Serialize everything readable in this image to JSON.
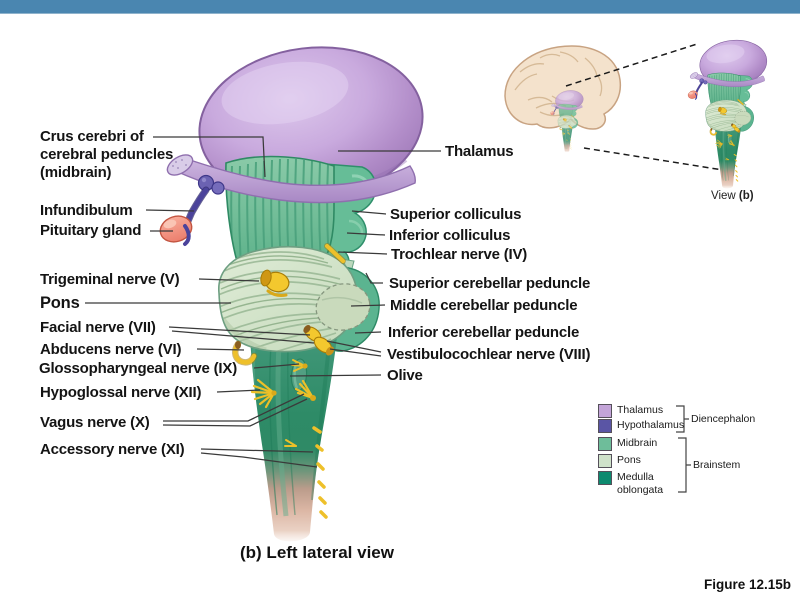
{
  "top_bar": {
    "color": "#4a86b0"
  },
  "labels_left": [
    {
      "text": "Crus cerebri of\ncerebral peduncles\n(midbrain)"
    },
    {
      "text": "Infundibulum"
    },
    {
      "text": "Pituitary gland"
    },
    {
      "text": "Trigeminal nerve (V)"
    },
    {
      "text": "Pons"
    },
    {
      "text": "Facial nerve (VII)"
    },
    {
      "text": "Abducens nerve (VI)"
    },
    {
      "text": "Glossopharyngeal nerve (IX)"
    },
    {
      "text": "Hypoglossal nerve (XII)"
    },
    {
      "text": "Vagus nerve (X)"
    },
    {
      "text": "Accessory nerve (XI)"
    }
  ],
  "labels_right": [
    {
      "text": "Thalamus"
    },
    {
      "text": "Superior colliculus"
    },
    {
      "text": "Inferior colliculus"
    },
    {
      "text": "Trochlear nerve (IV)"
    },
    {
      "text": "Superior cerebellar peduncle"
    },
    {
      "text": "Middle cerebellar peduncle"
    },
    {
      "text": "Inferior cerebellar peduncle"
    },
    {
      "text": "Vestibulocochlear nerve (VIII)"
    },
    {
      "text": "Olive"
    }
  ],
  "inset": {
    "view_label_prefix": "View ",
    "view_label_bold": "(b)"
  },
  "legend": {
    "items": [
      {
        "label": "Thalamus",
        "color": "#c3a4d8"
      },
      {
        "label": "Hypothalamus",
        "color": "#5a55a5"
      },
      {
        "label": "Midbrain",
        "color": "#6ebd9a"
      },
      {
        "label": "Pons",
        "color": "#cfe2ca"
      },
      {
        "label": "Medulla oblongata",
        "color": "#0d8a6f"
      }
    ],
    "groups": [
      {
        "label": "Diencephalon"
      },
      {
        "label": "Brainstem"
      }
    ]
  },
  "caption": "(b) Left lateral view",
  "figure_number": "Figure 12.15b",
  "anatomy_colors": {
    "thalamus": "#c1a0d6",
    "optic_tract": "#bfa3d6",
    "hypothalamus": "#5a55a5",
    "pituitary": "#f0907e",
    "midbrain": "#6ebd9a",
    "pons": "#d5e4ce",
    "medulla": "#2f8a66",
    "spinal_cord": "#dcb3a2",
    "cranial_nerves": "#f2c42c"
  }
}
